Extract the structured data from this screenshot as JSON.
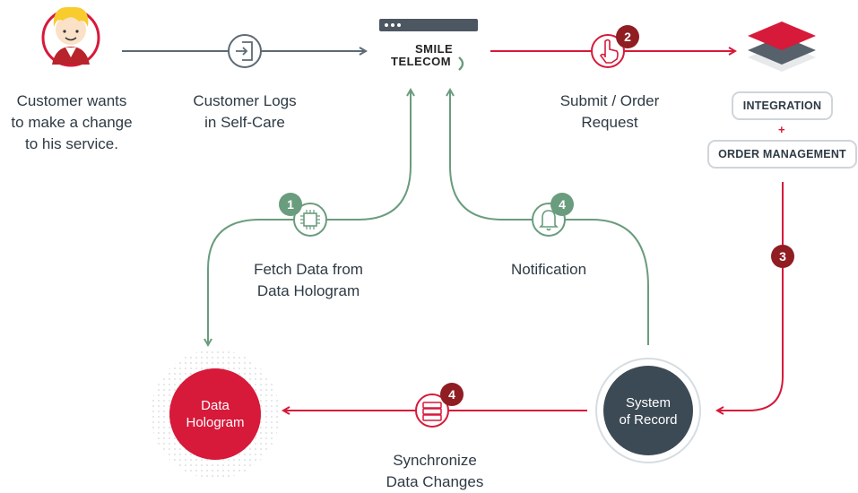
{
  "actors": {
    "customer_caption_lines": [
      "Customer wants",
      "to make a change",
      "to his service."
    ]
  },
  "steps": {
    "login_caption_lines": [
      "Customer Logs",
      "in Self-Care"
    ],
    "submit_caption_lines": [
      "Submit / Order",
      "Request"
    ],
    "fetch_caption_lines": [
      "Fetch Data from",
      "Data Hologram"
    ],
    "notification_caption": "Notification",
    "sync_caption_lines": [
      "Synchronize",
      "Data Changes"
    ]
  },
  "logo": {
    "line1": "SMILE",
    "line2": "TELECOM"
  },
  "boxes": {
    "integration": "INTEGRATION",
    "plus": "+",
    "order_management": "ORDER MANAGEMENT"
  },
  "nodes": {
    "data_hologram_lines": [
      "Data",
      "Hologram"
    ],
    "system_of_record_lines": [
      "System",
      "of Record"
    ]
  },
  "badges": {
    "fetch": "1",
    "submit": "2",
    "order_flow": "3",
    "notification": "4",
    "sync": "4"
  },
  "colors": {
    "red": "#d7193a",
    "dark_red": "#8f1d22",
    "green": "#6a9c7e",
    "gray_line": "#5d6a74",
    "dark_node": "#3c4a55"
  }
}
